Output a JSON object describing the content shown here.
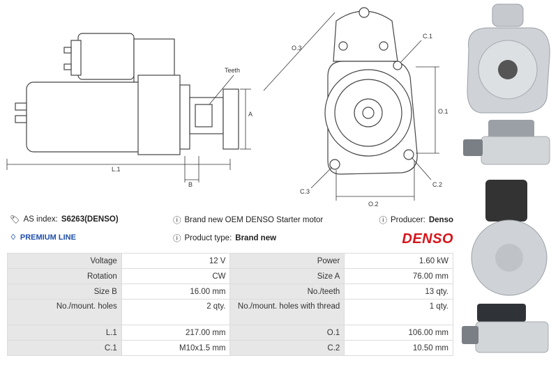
{
  "drawing": {
    "labels": {
      "teeth": "Teeth",
      "a": "A",
      "b": "B",
      "l1": "L.1",
      "o1": "O.1",
      "o2": "O.2",
      "o3": "O.3",
      "c1": "C.1",
      "c2": "C.2",
      "c3": "C.3"
    }
  },
  "info": {
    "as_index_label": "AS index:",
    "as_index_value": "S6263(DENSO)",
    "premium": "PREMIUM LINE",
    "description": "Brand new OEM DENSO Starter motor",
    "product_type_label": "Product type:",
    "product_type_value": "Brand new",
    "producer_label": "Producer:",
    "producer_value": "Denso",
    "brand_logo": "DENSO",
    "colors": {
      "brand": "#d7141a",
      "premium": "#1f4fa8"
    }
  },
  "specs": [
    [
      {
        "k": "Voltage",
        "v": "12 V"
      },
      {
        "k": "Power",
        "v": "1.60 kW"
      }
    ],
    [
      {
        "k": "Rotation",
        "v": "CW"
      },
      {
        "k": "Size A",
        "v": "76.00 mm"
      }
    ],
    [
      {
        "k": "Size B",
        "v": "16.00 mm"
      },
      {
        "k": "No./teeth",
        "v": "13 qty."
      }
    ],
    [
      {
        "k": "No./mount. holes",
        "v": "2 qty."
      },
      {
        "k": "No./mount. holes with thread",
        "v": "1 qty."
      }
    ],
    [
      {
        "k": "L.1",
        "v": "217.00 mm"
      },
      {
        "k": "O.1",
        "v": "106.00 mm"
      }
    ],
    [
      {
        "k": "C.1",
        "v": "M10x1.5 mm"
      },
      {
        "k": "C.2",
        "v": "10.50 mm"
      }
    ]
  ]
}
